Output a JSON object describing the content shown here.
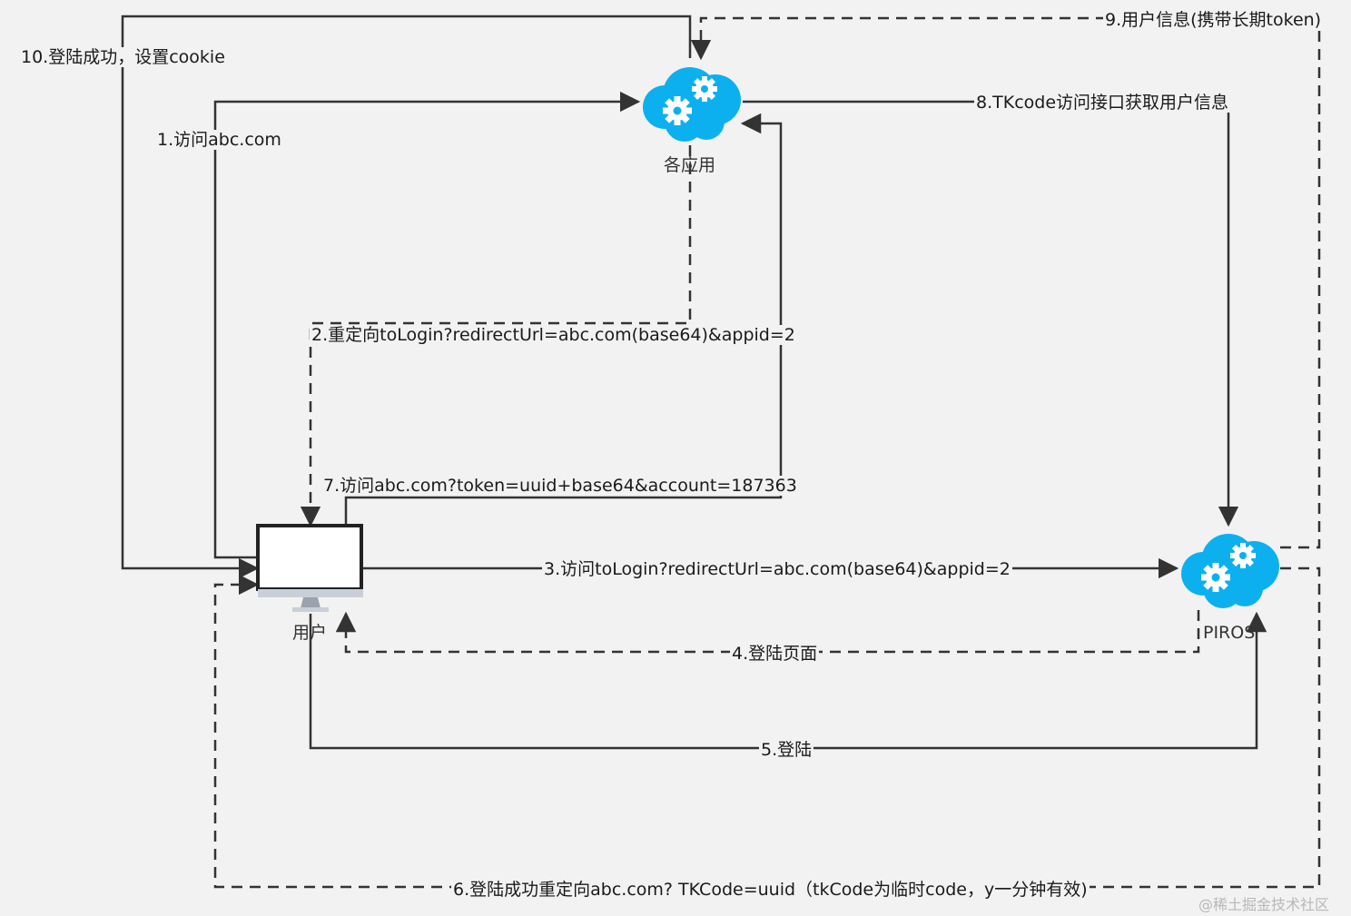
{
  "nodes": {
    "apps": {
      "label": "各应用",
      "icon": "cloud-gear-icon",
      "color": "#0cb0ef"
    },
    "user": {
      "label": "用户",
      "icon": "monitor-icon"
    },
    "piros": {
      "label": "PIROS",
      "icon": "cloud-gear-icon",
      "color": "#0cb0ef"
    }
  },
  "edges": [
    {
      "id": "e1",
      "label": "1.访问abc.com",
      "style": "solid",
      "from": "user",
      "to": "apps"
    },
    {
      "id": "e2",
      "label": "2.重定向toLogin?redirectUrl=abc.com(base64)&appid=2",
      "style": "dashed",
      "from": "apps",
      "to": "user"
    },
    {
      "id": "e3",
      "label": "3.访问toLogin?redirectUrl=abc.com(base64)&appid=2",
      "style": "solid",
      "from": "user",
      "to": "piros"
    },
    {
      "id": "e4",
      "label": "4.登陆页面",
      "style": "dashed",
      "from": "piros",
      "to": "user"
    },
    {
      "id": "e5",
      "label": "5.登陆",
      "style": "solid",
      "from": "user",
      "to": "piros"
    },
    {
      "id": "e6",
      "label": "6.登陆成功重定向abc.com?  TKCode=uuid（tkCode为临时code，y一分钟有效)",
      "style": "dashed",
      "from": "piros",
      "to": "user"
    },
    {
      "id": "e7",
      "label": "7.访问abc.com?token=uuid+base64&account=187363",
      "style": "solid",
      "from": "user",
      "to": "apps"
    },
    {
      "id": "e8",
      "label": "8.TKcode访问接口获取用户信息",
      "style": "solid",
      "from": "apps",
      "to": "piros"
    },
    {
      "id": "e9",
      "label": "9.用户信息(携带长期token)",
      "style": "dashed",
      "from": "piros",
      "to": "apps"
    },
    {
      "id": "e10",
      "label": "10.登陆成功，设置cookie",
      "style": "solid",
      "from": "apps",
      "to": "user"
    }
  ],
  "watermark": "@稀土掘金技术社区",
  "colors": {
    "line": "#333333",
    "cloud": "#0cb0ef",
    "background": "#f2f2f2"
  }
}
